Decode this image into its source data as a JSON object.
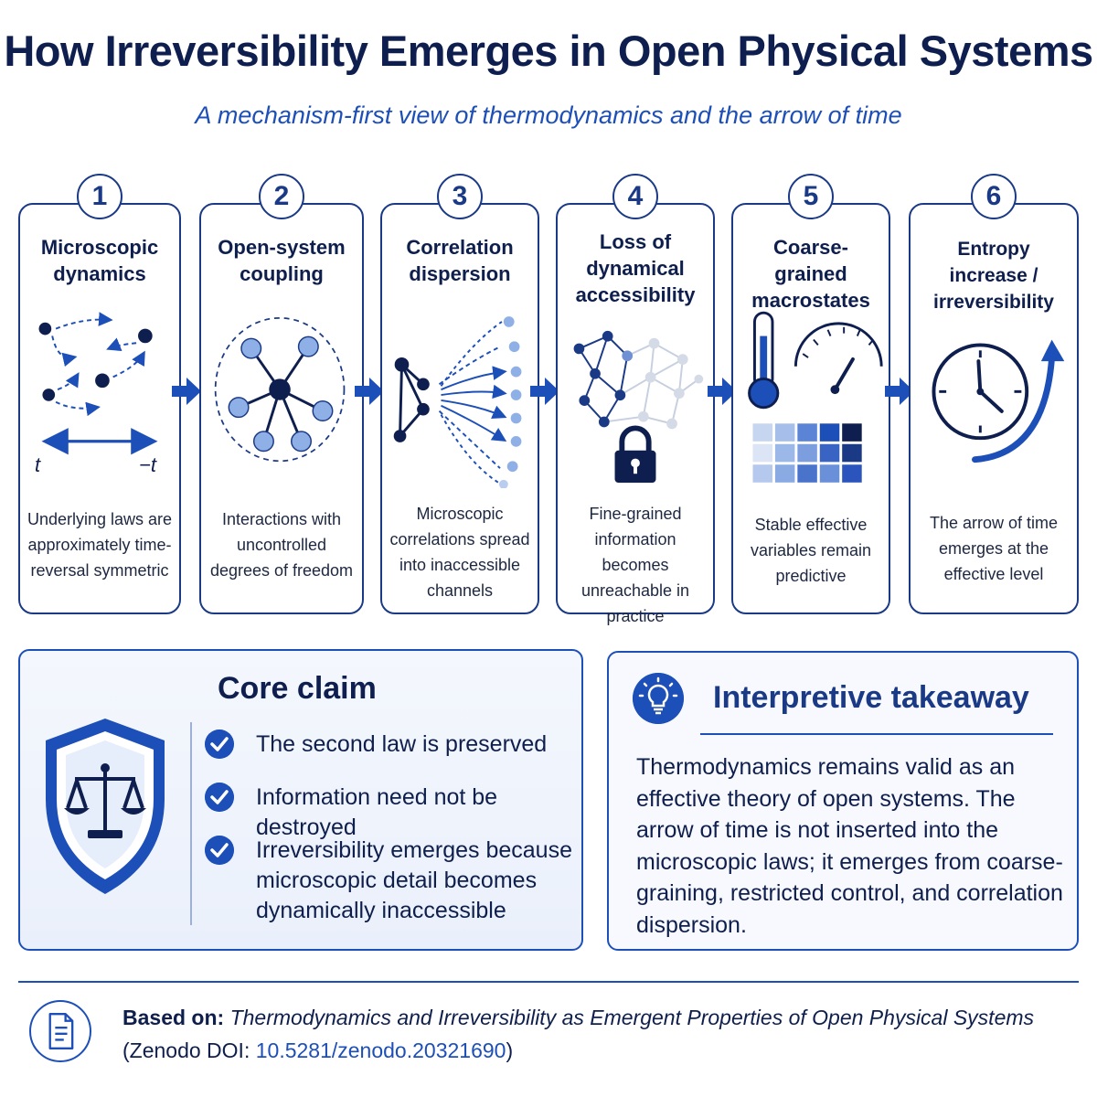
{
  "title": "How Irreversibility Emerges in Open Physical Systems",
  "subtitle": "A mechanism-first view of thermodynamics and the arrow of time",
  "steps": [
    {
      "number": "1",
      "title_lines": [
        "Microscopic",
        "dynamics"
      ],
      "desc_lines": [
        "Underlying laws are",
        "approximately time-",
        "reversal symmetric"
      ],
      "icon": "particles-time-reversal-icon",
      "axis_left": "t",
      "axis_right": "−t"
    },
    {
      "number": "2",
      "title_lines": [
        "Open-system",
        "coupling"
      ],
      "desc_lines": [
        "Interactions with",
        "uncontrolled",
        "degrees of freedom"
      ],
      "icon": "hub-network-icon"
    },
    {
      "number": "3",
      "title_lines": [
        "Correlation",
        "dispersion"
      ],
      "desc_lines": [
        "Microscopic",
        "correlations spread",
        "into inaccessible",
        "channels"
      ],
      "icon": "dispersion-fan-icon"
    },
    {
      "number": "4",
      "title_lines": [
        "Loss of",
        "dynamical",
        "accessibility"
      ],
      "desc_lines": [
        "Fine-grained",
        "information becomes",
        "unreachable in",
        "practice"
      ],
      "icon": "locked-network-icon"
    },
    {
      "number": "5",
      "title_lines": [
        "Coarse-grained",
        "macrostates"
      ],
      "desc_lines": [
        "Stable effective",
        "variables remain",
        "predictive"
      ],
      "icon": "thermometer-gauge-grid-icon"
    },
    {
      "number": "6",
      "title_lines": [
        "Entropy increase /",
        "irreversibility"
      ],
      "desc_lines": [
        "The arrow of time",
        "emerges at the",
        "effective level"
      ],
      "icon": "clock-arrow-icon"
    }
  ],
  "core_claim": {
    "title": "Core claim",
    "icon": "shield-scales-icon",
    "items": [
      "The second law is preserved",
      "Information need not be destroyed",
      "Irreversibility emerges because microscopic detail becomes dynamically inaccessible"
    ]
  },
  "takeaway": {
    "title": "Interpretive takeaway",
    "icon": "lightbulb-icon",
    "text": "Thermodynamics remains valid as an effective theory of open systems. The arrow of time is not inserted into the microscopic laws; it emerges from coarse-graining, restricted control, and correlation dispersion."
  },
  "footer": {
    "icon": "document-icon",
    "label": "Based on:",
    "reference": "Thermodynamics and Irreversibility as Emergent Properties of Open Physical Systems",
    "doi_prefix": "(Zenodo DOI: ",
    "doi": "10.5281/zenodo.20321690",
    "doi_suffix": ")"
  },
  "colors": {
    "navy": "#0e1f4f",
    "accent": "#1d4fb8",
    "light": "#9cb8e8",
    "pale": "#dbe5f6"
  }
}
